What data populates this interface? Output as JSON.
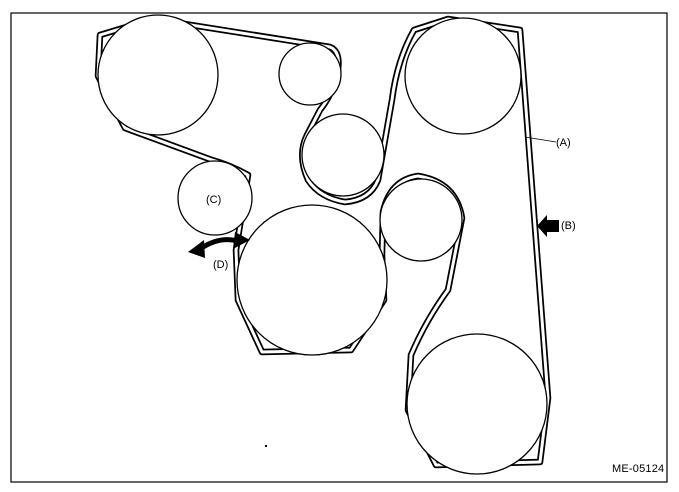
{
  "diagram": {
    "labels": {
      "belt": "(A)",
      "push_point": "(B)",
      "tensioner": "(C)",
      "direction": "(D)"
    },
    "reference_code": "ME-05124"
  },
  "colors": {
    "line": "#000000",
    "background": "#ffffff"
  },
  "icons": {
    "push_arrow": "solid-left-arrow",
    "direction_arrow": "double-headed-curved-arrow"
  }
}
